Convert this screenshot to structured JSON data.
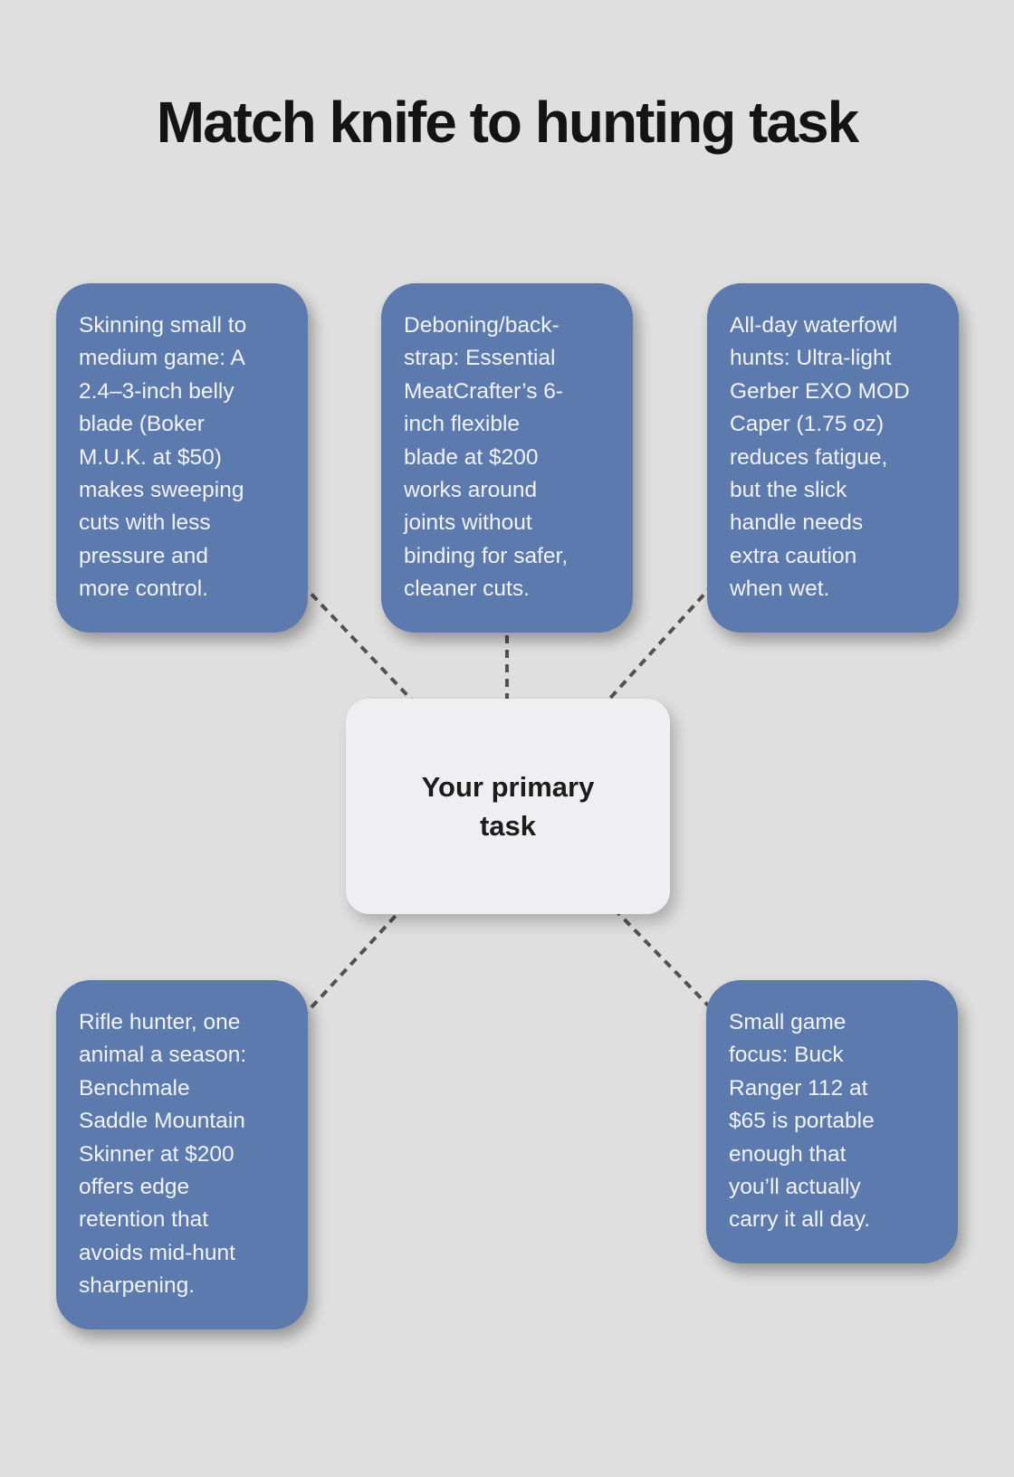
{
  "title": "Match knife to hunting task",
  "center_node": {
    "label": "Your primary\ntask"
  },
  "nodes": [
    {
      "id": "skinning",
      "text": "Skinning small to\nmedium game: A\n2.4–3-inch belly\nblade (Boker\nM.U.K. at $50)\nmakes sweeping\ncuts with less\npressure and\nmore control."
    },
    {
      "id": "deboning",
      "text": "Deboning/back-\nstrap: Essential\nMeatCrafter’s 6-\ninch flexible\nblade at $200\nworks around\njoints without\nbinding for safer,\ncleaner cuts."
    },
    {
      "id": "waterfowl",
      "text": "All-day waterfowl\nhunts: Ultra-light\nGerber EXO MOD\nCaper (1.75 oz)\nreduces fatigue,\nbut the slick\nhandle needs\nextra caution\nwhen wet."
    },
    {
      "id": "rifle",
      "text": "Rifle hunter, one\nanimal a season:\nBenchmale\nSaddle Mountain\nSkinner at $200\noffers edge\nretention that\navoids mid-hunt\nsharpening."
    },
    {
      "id": "smallgame",
      "text": "Small game\nfocus: Buck\nRanger 112 at\n$65 is portable\nenough that\nyou’ll actually\ncarry it all day."
    }
  ],
  "colors": {
    "background": "#dfdfdf",
    "node_fill": "#5d7aae",
    "node_text": "#f1f3f7",
    "center_fill": "#efeff1",
    "center_text": "#1c1c1c",
    "connector": "#525252",
    "title_text": "#141414"
  }
}
